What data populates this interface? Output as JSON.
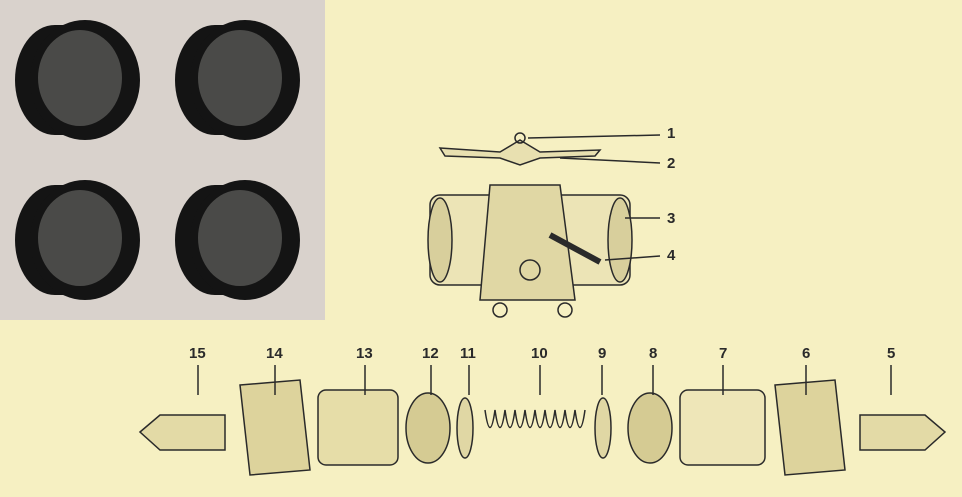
{
  "photo": {
    "item_count": 4,
    "colors": {
      "background": "#d9d2cc",
      "cap_outer": "#141414",
      "cap_face": "#4a4a48"
    }
  },
  "diagram": {
    "background": "#f6f0c2",
    "ink": "#2a2a2a",
    "part_labels": [
      "1",
      "2",
      "3",
      "4",
      "5",
      "6",
      "7",
      "8",
      "9",
      "10",
      "11",
      "12",
      "13",
      "14",
      "15"
    ]
  }
}
